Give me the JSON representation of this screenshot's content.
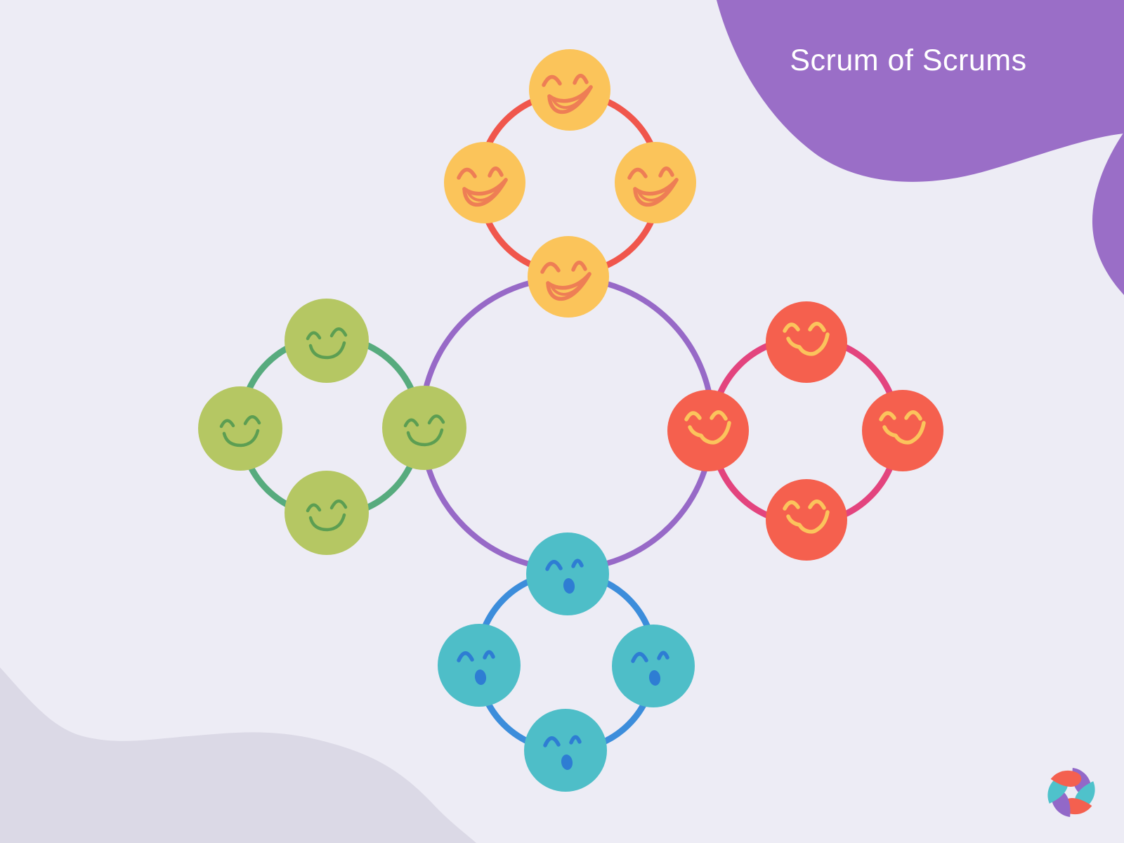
{
  "title": "Scrum of Scrums",
  "title_color": "#FFFFFF",
  "background": {
    "page_bg": "#EDECF5",
    "corner_blob_color": "#9A6EC7",
    "bottom_blob_color": "#DBD9E6"
  },
  "center_circle": {
    "label": "scrum-of-scrums-central-circle",
    "color": "#9769C7"
  },
  "teams": [
    {
      "id": "team-top",
      "expression": "laughing-smiley",
      "face_color": "#FBC45A",
      "feature_color": "#EE7E55",
      "ring_color": "#F0564C"
    },
    {
      "id": "team-left",
      "expression": "smiling-smiley",
      "face_color": "#B5C763",
      "feature_color": "#5C9E52",
      "ring_color": "#57AB7E"
    },
    {
      "id": "team-right",
      "expression": "smirking-smiley",
      "face_color": "#F5604E",
      "feature_color": "#FBC45C",
      "ring_color": "#E3447E"
    },
    {
      "id": "team-bottom",
      "expression": "surprised-smiley",
      "face_color": "#4EBEC8",
      "feature_color": "#2E7DD3",
      "ring_color": "#3C8DDB"
    }
  ],
  "logo": {
    "id": "pinwheel-logo",
    "petal_colors": [
      "#9268C8",
      "#4FC2CB",
      "#F4604F"
    ]
  }
}
